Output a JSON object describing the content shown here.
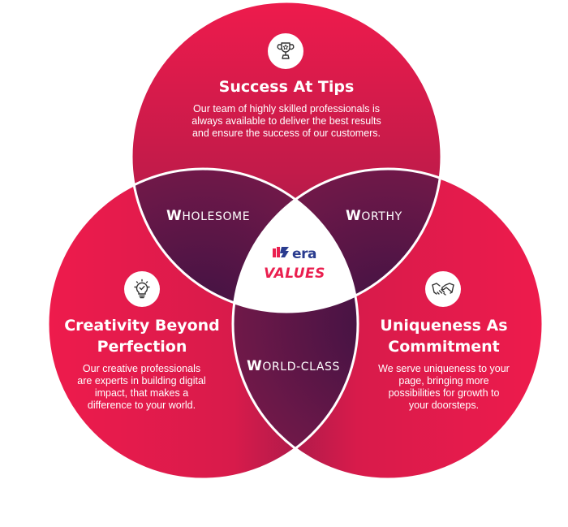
{
  "colors": {
    "primary_red": "#ec1b4b",
    "deep_plum": "#5a1748",
    "overlap_dark": "#4a1446",
    "center_white": "#ffffff",
    "brand_blue": "#2a3c8f"
  },
  "center": {
    "logo_text": "era",
    "values_text": "VALUES"
  },
  "circles": {
    "top": {
      "icon": "trophy-icon",
      "title": "Success At Tips",
      "body": "Our team of highly skilled professionals is always available to deliver the best results and ensure the success of our customers."
    },
    "left": {
      "icon": "lightbulb-icon",
      "title_line1": "Creativity Beyond",
      "title_line2": "Perfection",
      "body": "Our creative professionals are experts in building digital impact, that makes a difference to your world."
    },
    "right": {
      "icon": "handshake-icon",
      "title_line1": "Uniqueness As",
      "title_line2": "Commitment",
      "body": "We serve uniqueness to your page, bringing more possibilities for growth to your doorsteps."
    }
  },
  "overlaps": {
    "top_left": {
      "initial": "W",
      "rest": "HOLESOME"
    },
    "top_right": {
      "initial": "W",
      "rest": "ORTHY"
    },
    "bottom": {
      "initial": "W",
      "rest": "ORLD-CLASS"
    }
  }
}
